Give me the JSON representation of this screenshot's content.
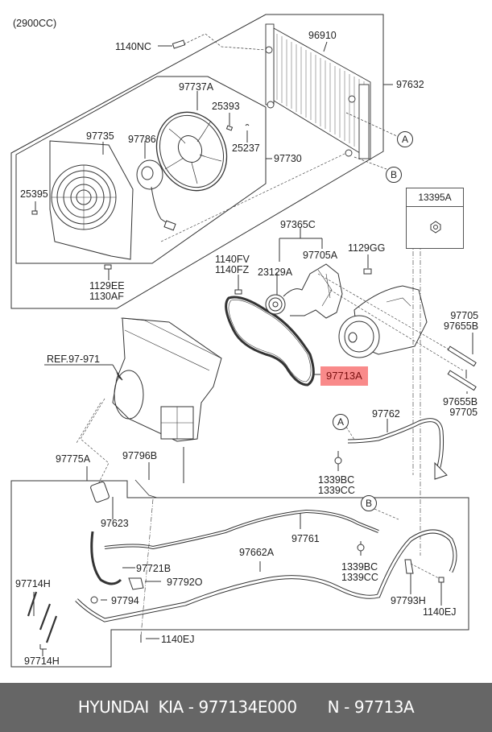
{
  "engine_note": "(2900CC)",
  "callouts": {
    "A": "A",
    "B": "B"
  },
  "labels": {
    "p1140NC": "1140NC",
    "p96910": "96910",
    "p97632": "97632",
    "p97737A": "97737A",
    "p25393": "25393",
    "p97735": "97735",
    "p97786": "97786",
    "p25237": "25237",
    "p97730": "97730",
    "p25395": "25395",
    "p1129EE": "1129EE",
    "p1130AF": "1130AF",
    "p13395A": "13395A",
    "p97365C": "97365C",
    "p1140FV": "1140FV",
    "p1140FZ": "1140FZ",
    "p97705A": "97705A",
    "p1129GG": "1129GG",
    "p23129A": "23129A",
    "p97705_top": "97705",
    "p97655B_top": "97655B",
    "p97713A": "97713A",
    "p97655B_bot": "97655B",
    "p97705_bot": "97705",
    "ref": "REF.97-971",
    "p97762": "97762",
    "p1339BC_a": "1339BC",
    "p1339CC_a": "1339CC",
    "p97775A": "97775A",
    "p97796B": "97796B",
    "p97623": "97623",
    "p97761": "97761",
    "p1339BC_b": "1339BC",
    "p1339CC_b": "1339CC",
    "p97662A": "97662A",
    "p97721B": "97721B",
    "p97792O": "97792O",
    "p97714H_top": "97714H",
    "p97794": "97794",
    "p97793H": "97793H",
    "p1140EJ_right": "1140EJ",
    "p1140EJ_bottom": "1140EJ",
    "p97714H_bot": "97714H"
  },
  "highlight_color": "#f98a8a",
  "footer": {
    "brand": "HYUNDAI  KIA",
    "sep1": "-",
    "part_number": "977134E000",
    "n_label": "N",
    "sep2": "-",
    "n_value": "97713A",
    "background": "#666666"
  }
}
